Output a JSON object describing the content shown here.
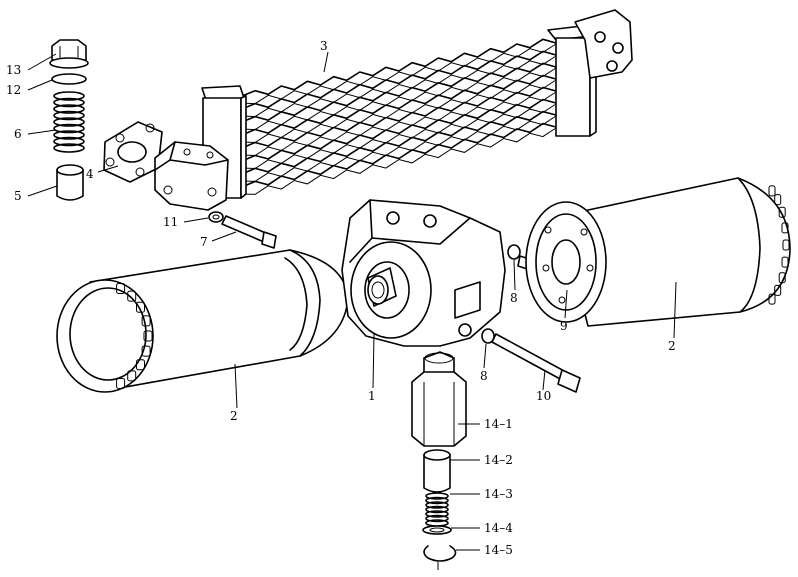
{
  "diagram": {
    "background": "#ffffff",
    "ink": "#000000",
    "callouts": [
      {
        "id": "c1",
        "text": "1"
      },
      {
        "id": "c2a",
        "text": "2"
      },
      {
        "id": "c2b",
        "text": "2"
      },
      {
        "id": "c3",
        "text": "3"
      },
      {
        "id": "c4",
        "text": "4"
      },
      {
        "id": "c5",
        "text": "5"
      },
      {
        "id": "c6",
        "text": "6"
      },
      {
        "id": "c7",
        "text": "7"
      },
      {
        "id": "c8a",
        "text": "8"
      },
      {
        "id": "c8b",
        "text": "8"
      },
      {
        "id": "c9",
        "text": "9"
      },
      {
        "id": "c10",
        "text": "10"
      },
      {
        "id": "c11",
        "text": "11"
      },
      {
        "id": "c12",
        "text": "12"
      },
      {
        "id": "c13",
        "text": "13"
      },
      {
        "id": "c14_1",
        "text": "14–1"
      },
      {
        "id": "c14_2",
        "text": "14–2"
      },
      {
        "id": "c14_3",
        "text": "14–3"
      },
      {
        "id": "c14_4",
        "text": "14–4"
      },
      {
        "id": "c14_5",
        "text": "14–5"
      }
    ]
  }
}
